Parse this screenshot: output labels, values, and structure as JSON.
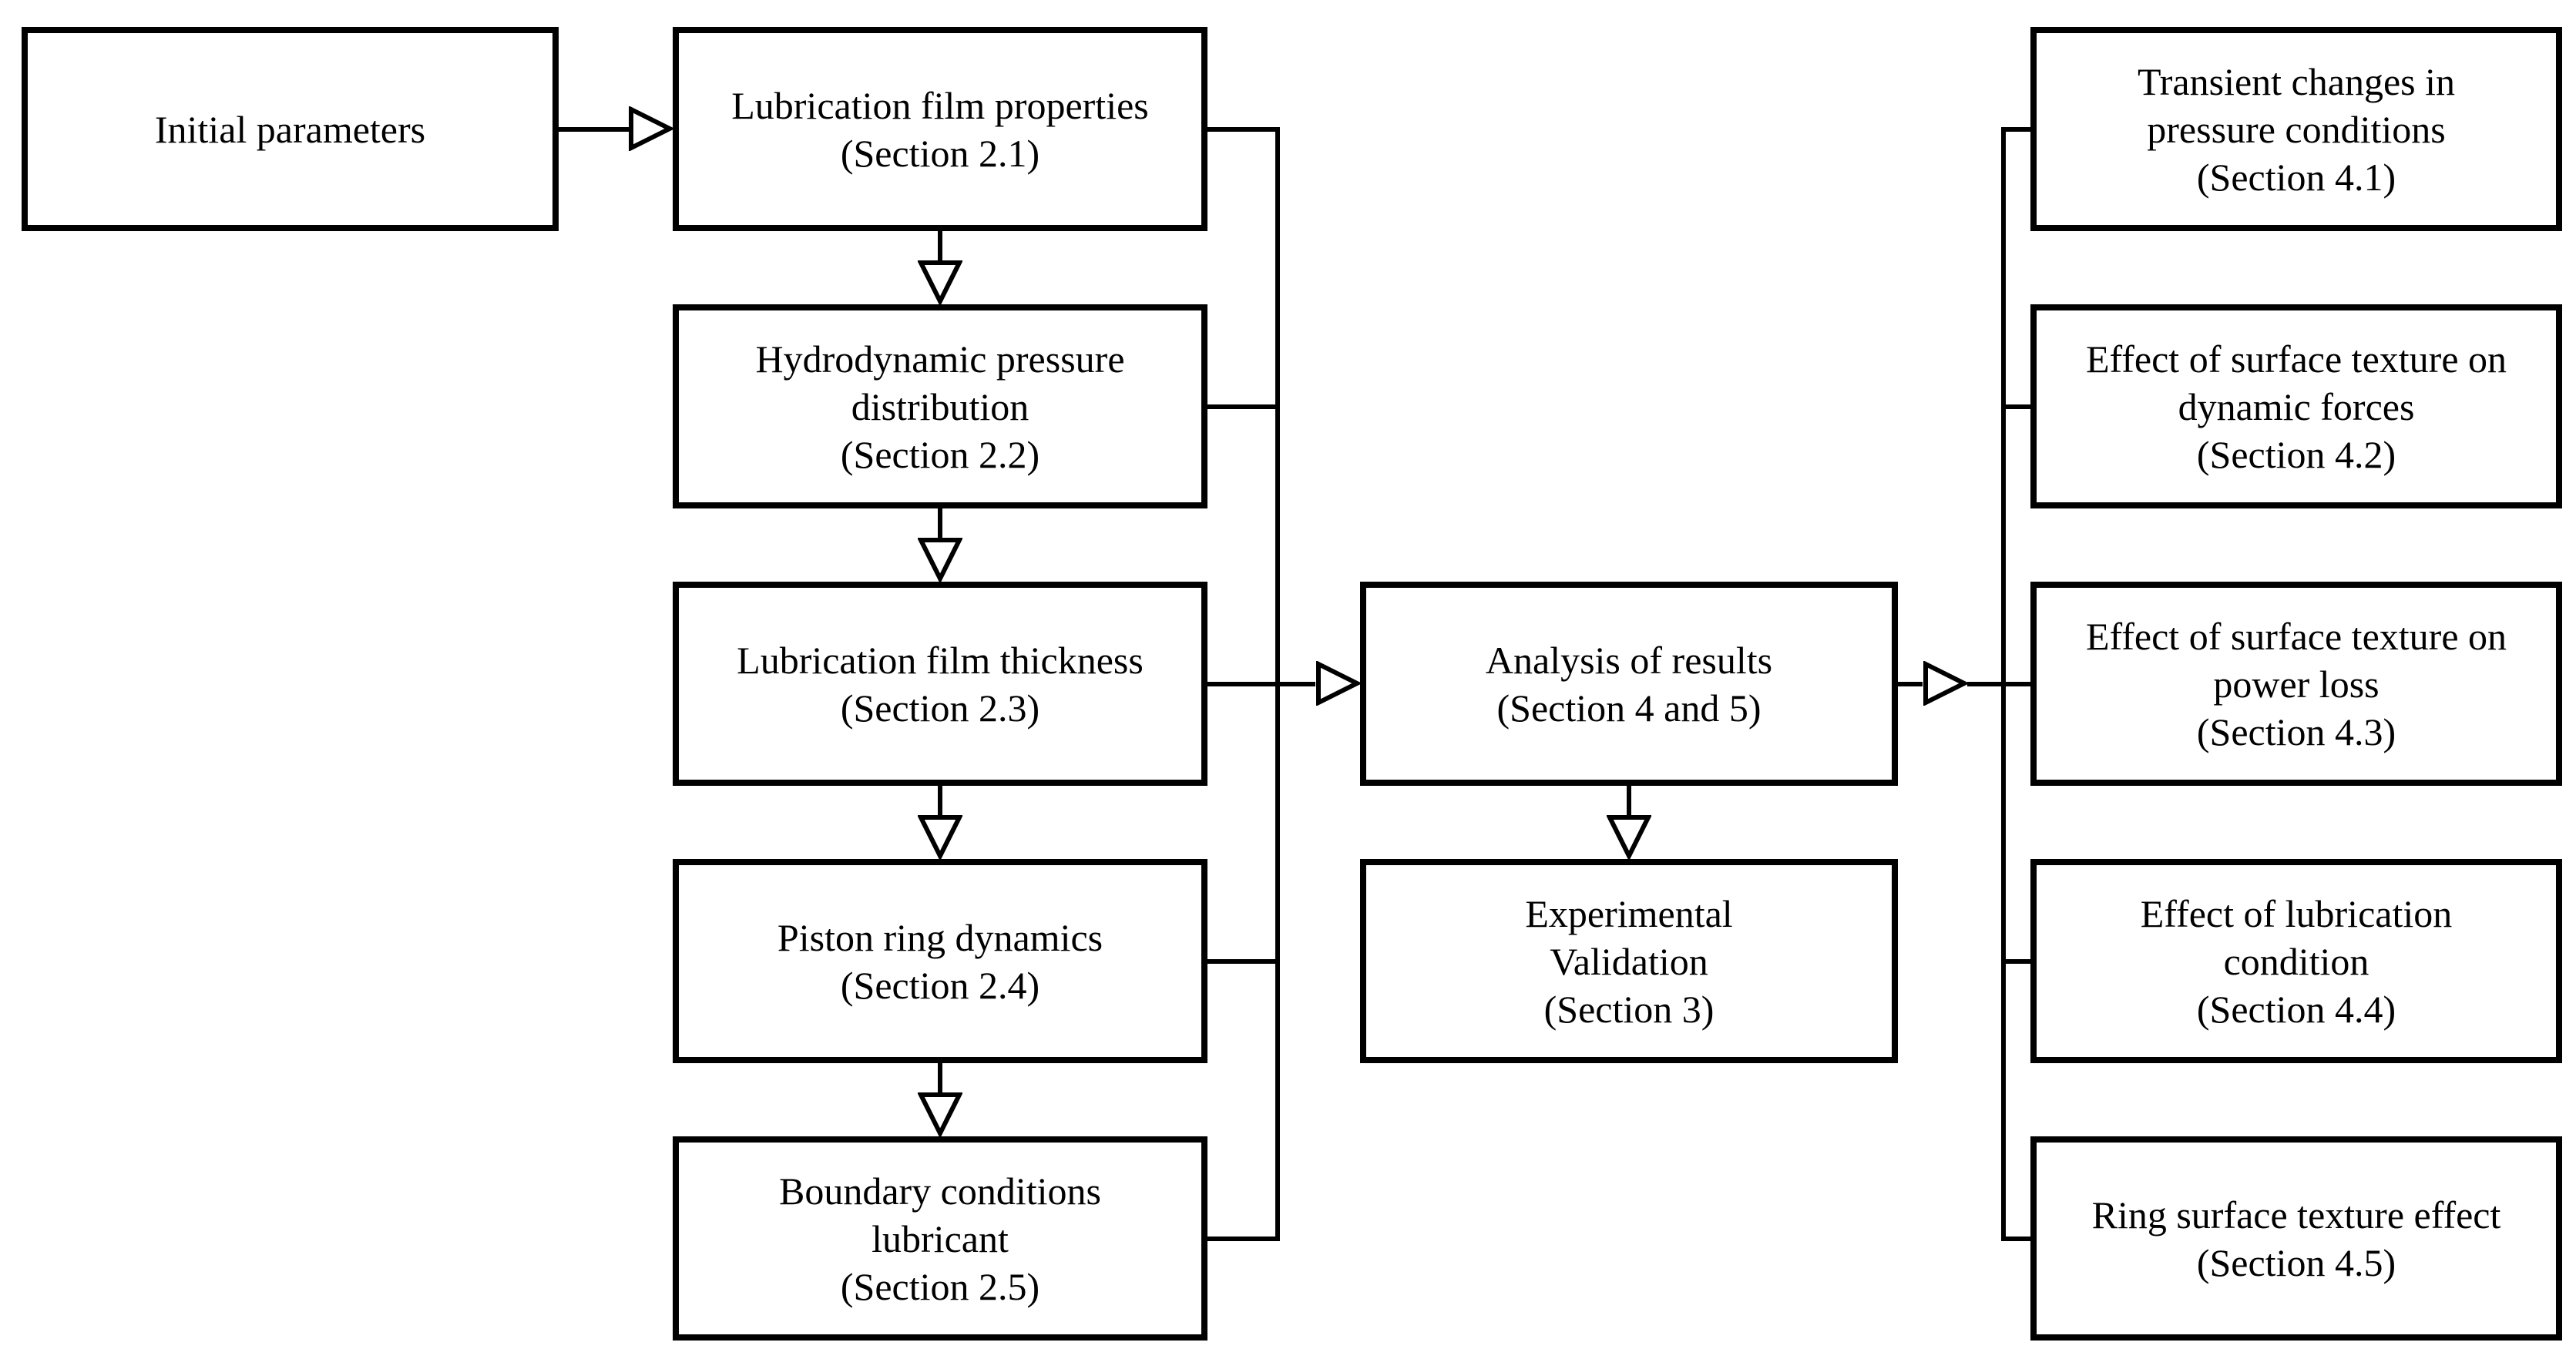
{
  "figure": {
    "type": "flowchart",
    "background_color": "#ffffff",
    "stroke_color": "#000000"
  },
  "boxes": [
    {
      "id": "initial-parameters",
      "text": "Initial parameters"
    },
    {
      "id": "lubrication-film-properties",
      "text": "Lubrication film properties\n(Section 2.1)"
    },
    {
      "id": "hydrodynamic-pressure",
      "text": "Hydrodynamic pressure\ndistribution\n(Section 2.2)"
    },
    {
      "id": "lubrication-film-thickness",
      "text": "Lubrication film thickness\n(Section 2.3)"
    },
    {
      "id": "piston-ring-dynamics",
      "text": "Piston ring dynamics\n(Section 2.4)"
    },
    {
      "id": "boundary-conditions-lubricant",
      "text": "Boundary conditions\nlubricant\n(Section 2.5)"
    },
    {
      "id": "analysis-of-results",
      "text": "Analysis of results\n(Section 4 and 5)"
    },
    {
      "id": "experimental-validation",
      "text": "Experimental\nValidation\n(Section 3)"
    },
    {
      "id": "transient-pressure-changes",
      "text": "Transient changes in\npressure conditions\n(Section 4.1)"
    },
    {
      "id": "texture-dynamic-forces",
      "text": "Effect of surface texture on\ndynamic forces\n(Section 4.2)"
    },
    {
      "id": "texture-power-loss",
      "text": "Effect of surface texture on\npower loss\n(Section 4.3)"
    },
    {
      "id": "lubrication-condition",
      "text": "Effect of lubrication\ncondition\n(Section 4.4)"
    },
    {
      "id": "ring-surface-texture",
      "text": "Ring surface texture effect\n(Section 4.5)"
    }
  ],
  "edges": [
    {
      "from": "initial-parameters",
      "to": "lubrication-film-properties"
    },
    {
      "from": "lubrication-film-properties",
      "to": "hydrodynamic-pressure"
    },
    {
      "from": "hydrodynamic-pressure",
      "to": "lubrication-film-thickness"
    },
    {
      "from": "lubrication-film-thickness",
      "to": "piston-ring-dynamics"
    },
    {
      "from": "piston-ring-dynamics",
      "to": "boundary-conditions-lubricant"
    },
    {
      "from": "lubrication-film-properties",
      "to": "analysis-of-results"
    },
    {
      "from": "hydrodynamic-pressure",
      "to": "analysis-of-results"
    },
    {
      "from": "lubrication-film-thickness",
      "to": "analysis-of-results"
    },
    {
      "from": "piston-ring-dynamics",
      "to": "analysis-of-results"
    },
    {
      "from": "boundary-conditions-lubricant",
      "to": "analysis-of-results"
    },
    {
      "from": "analysis-of-results",
      "to": "experimental-validation"
    },
    {
      "from": "analysis-of-results",
      "to": "transient-pressure-changes"
    },
    {
      "from": "analysis-of-results",
      "to": "texture-dynamic-forces"
    },
    {
      "from": "analysis-of-results",
      "to": "texture-power-loss"
    },
    {
      "from": "analysis-of-results",
      "to": "lubrication-condition"
    },
    {
      "from": "analysis-of-results",
      "to": "ring-surface-texture"
    }
  ]
}
